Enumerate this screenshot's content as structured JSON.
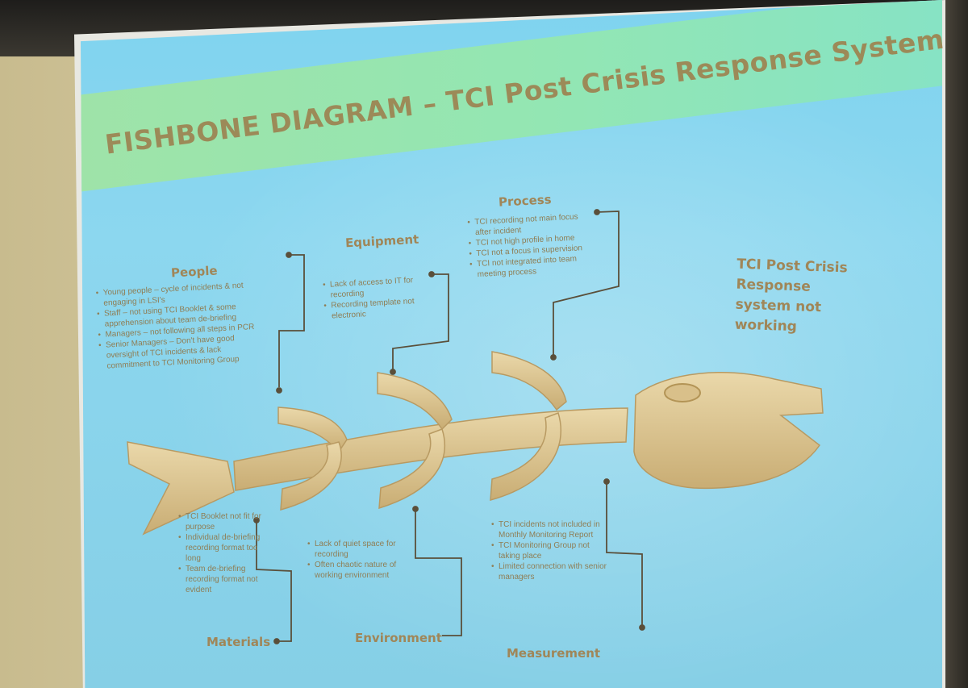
{
  "slide": {
    "title": "FISHBONE DIAGRAM – TCI Post Crisis Response System",
    "effect": "TCI Post Crisis\nResponse\nsystem not\nworking"
  },
  "categories": {
    "people": {
      "label": "People",
      "items": [
        "Young people – cycle of incidents & not engaging in LSI's",
        "Staff – not using TCI Booklet & some apprehension about team de-briefing",
        "Managers – not following all steps in PCR",
        "Senior Managers – Don't have good oversight of TCI incidents & lack commitment to TCI Monitoring Group"
      ]
    },
    "equipment": {
      "label": "Equipment",
      "items": [
        "Lack of access to IT for recording",
        "Recording template not electronic"
      ]
    },
    "process": {
      "label": "Process",
      "items": [
        "TCI recording not main focus after incident",
        "TCI not high profile in home",
        "TCI not a focus in supervision",
        "TCI not integrated into team meeting process"
      ]
    },
    "materials": {
      "label": "Materials",
      "items": [
        "TCI Booklet not fit for purpose",
        "Individual de-briefing recording format too long",
        "Team de-briefing recording format not evident"
      ]
    },
    "environment": {
      "label": "Environment",
      "items": [
        "Lack of quiet space for recording",
        "Often chaotic nature of working environment"
      ]
    },
    "measurement": {
      "label": "Measurement",
      "items": [
        "TCI incidents not included in Monthly Monitoring Report",
        "TCI Monitoring Group not taking place",
        "Limited connection with senior managers"
      ]
    }
  },
  "colors": {
    "slide_blue": "#86d3ec",
    "title_band": "#96e5b4",
    "title_text": "#9c8a58",
    "bone": "#e2cc9a",
    "connector": "#5a4f3a"
  }
}
